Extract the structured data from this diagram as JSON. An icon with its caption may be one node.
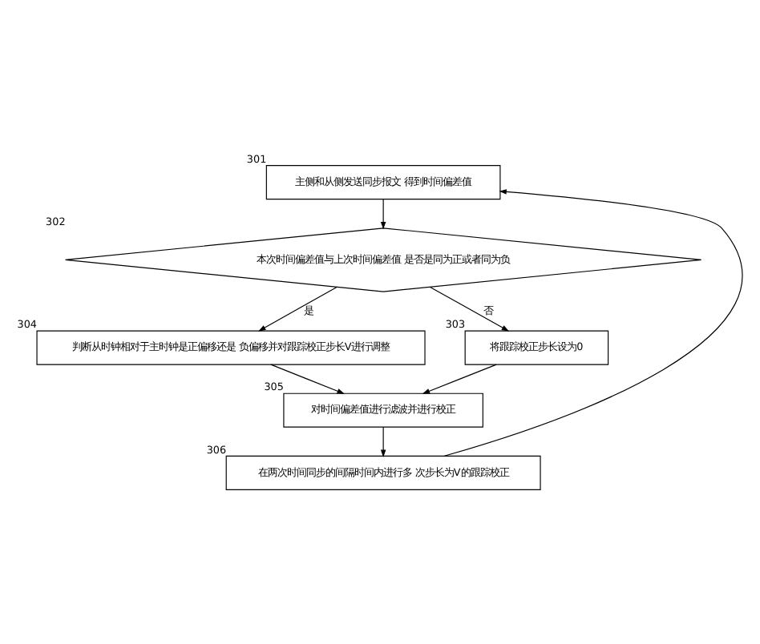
{
  "diagram": {
    "nodes": [
      {
        "text": [
          "主侧和从侧发送同步报文 得到时间偏差值"
        ],
        "beside": [
          "301"
        ]
      },
      {
        "text": [
          "本次时间偏差值与上次时间偏差值 是否是同为正或者同为负"
        ],
        "beside": [
          "302"
        ]
      },
      {
        "text": [
          "判断从时钟相对于主时钟是正偏移还是 负偏移并对跟踪校正步长V进行调整"
        ],
        "beside": [
          "304"
        ]
      },
      {
        "text": [
          "将跟踪校正步长设为0"
        ],
        "beside": [
          "303"
        ]
      },
      {
        "text": [
          "对时间偏差值进行滤波并进行校正"
        ],
        "beside": [
          "305"
        ]
      },
      {
        "text": [
          "在两次时间同步的间隔时间内进行多 次步长为V的跟踪校正"
        ],
        "beside": [
          "306"
        ]
      }
    ],
    "edges": [
      {
        "from": 0,
        "to": 1,
        "arrow": "to"
      },
      {
        "from": 1,
        "to": 2,
        "arrow": "to",
        "label": "是"
      },
      {
        "from": 1,
        "to": 3,
        "arrow": "to",
        "label": "否"
      },
      {
        "from": 2,
        "to": 4,
        "arrow": "to"
      },
      {
        "from": 3,
        "to": 4,
        "arrow": "to"
      },
      {
        "from": 4,
        "to": 5,
        "arrow": "to"
      },
      {
        "from": 5,
        "to": 0,
        "arrow": "to"
      }
    ]
  }
}
